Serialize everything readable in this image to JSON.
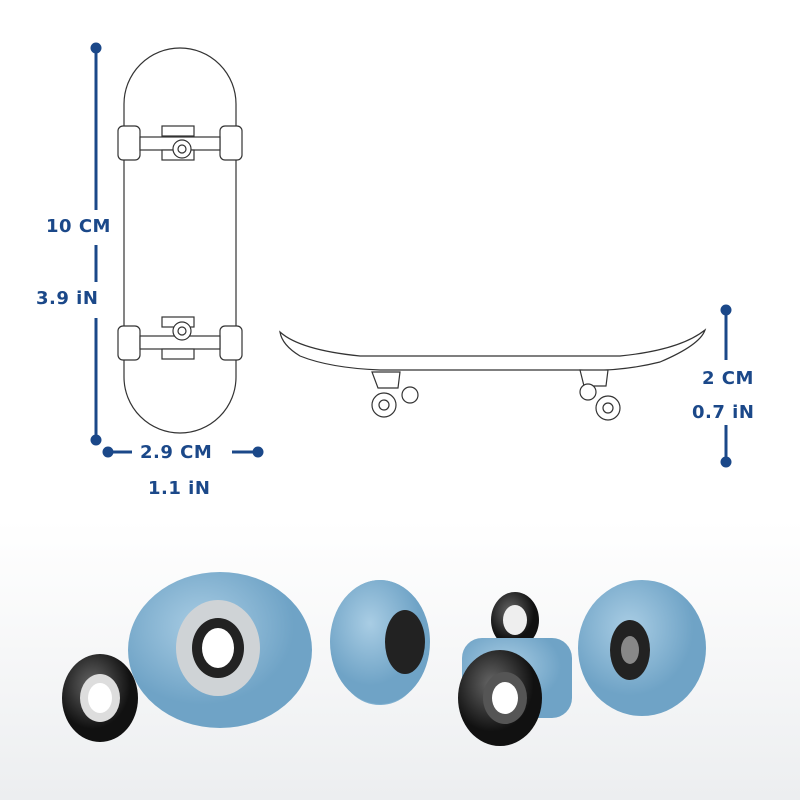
{
  "dimensions": {
    "length_cm": "10 CM",
    "length_in": "3.9 iN",
    "width_cm": "2.9 CM",
    "width_in": "1.1 iN",
    "height_cm": "2 CM",
    "height_in": "0.7 iN"
  },
  "colors": {
    "dimension": "#1b4889",
    "wheel": "#8fbad6",
    "bearing": "#222222"
  }
}
